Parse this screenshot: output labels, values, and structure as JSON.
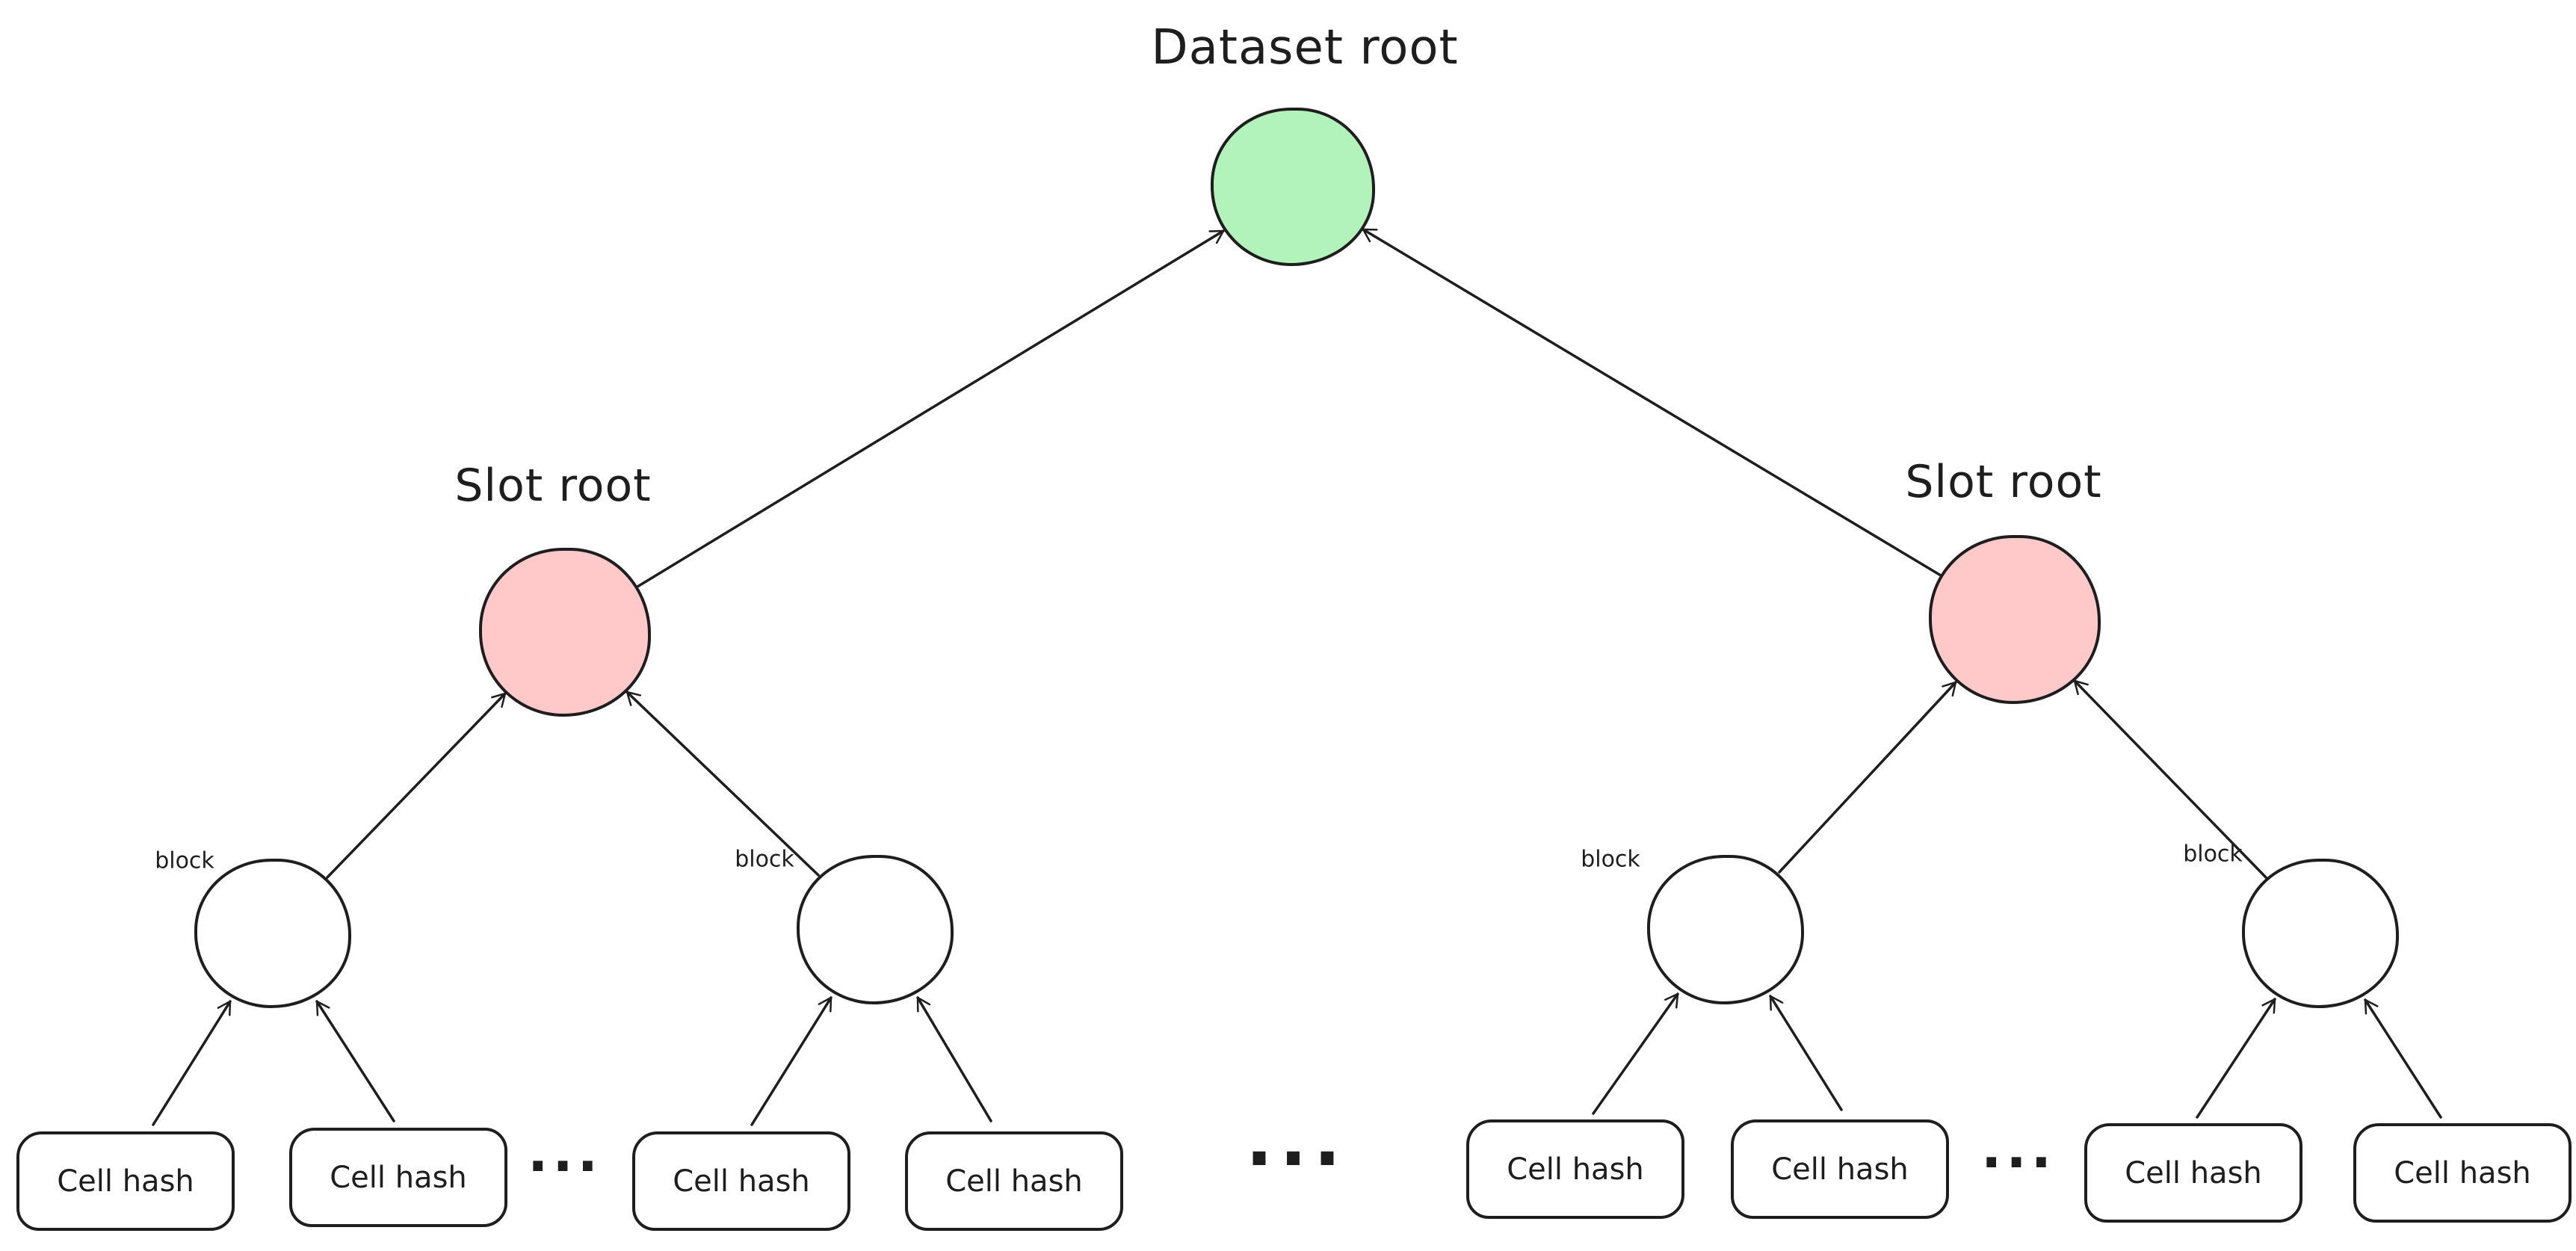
{
  "diagram": {
    "background": "#ffffff",
    "stroke_color": "#1e1e1e",
    "dataset_root": {
      "label": "Dataset root",
      "fill": "#b2f2bb"
    },
    "slot_roots": [
      {
        "label": "Slot root",
        "fill": "#ffc9c9"
      },
      {
        "label": "Slot root",
        "fill": "#ffc9c9"
      }
    ],
    "blocks": [
      {
        "label": "block",
        "fill": "#ffffff"
      },
      {
        "label": "block",
        "fill": "#ffffff"
      },
      {
        "label": "block",
        "fill": "#ffffff"
      },
      {
        "label": "block",
        "fill": "#ffffff"
      }
    ],
    "cells": [
      {
        "label": "Cell hash"
      },
      {
        "label": "Cell hash"
      },
      {
        "label": "Cell hash"
      },
      {
        "label": "Cell hash"
      },
      {
        "label": "Cell hash"
      },
      {
        "label": "Cell hash"
      },
      {
        "label": "Cell hash"
      },
      {
        "label": "Cell hash"
      }
    ],
    "separators": [
      {
        "text": "..."
      },
      {
        "text": "..."
      },
      {
        "text": "..."
      }
    ]
  }
}
